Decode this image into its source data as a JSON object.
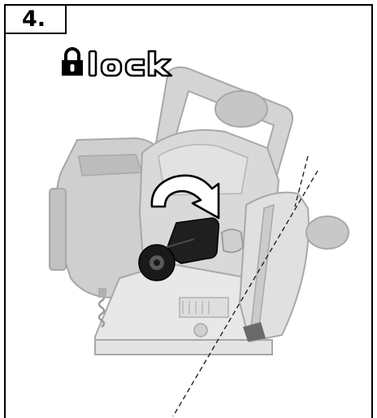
{
  "step": {
    "number": "4."
  },
  "lock_label": {
    "text": "lock",
    "icon": "padlock-icon"
  },
  "illustration": {
    "description_icon": "tool-bevel-lock-lever",
    "accent_colors": {
      "body": "#d9d9d9",
      "body_dark": "#bdbdbd",
      "outline": "#a8a8a8",
      "lever": "#1a1a1a",
      "arrow_outline": "#000000",
      "arrow_fill": "#ffffff"
    }
  }
}
